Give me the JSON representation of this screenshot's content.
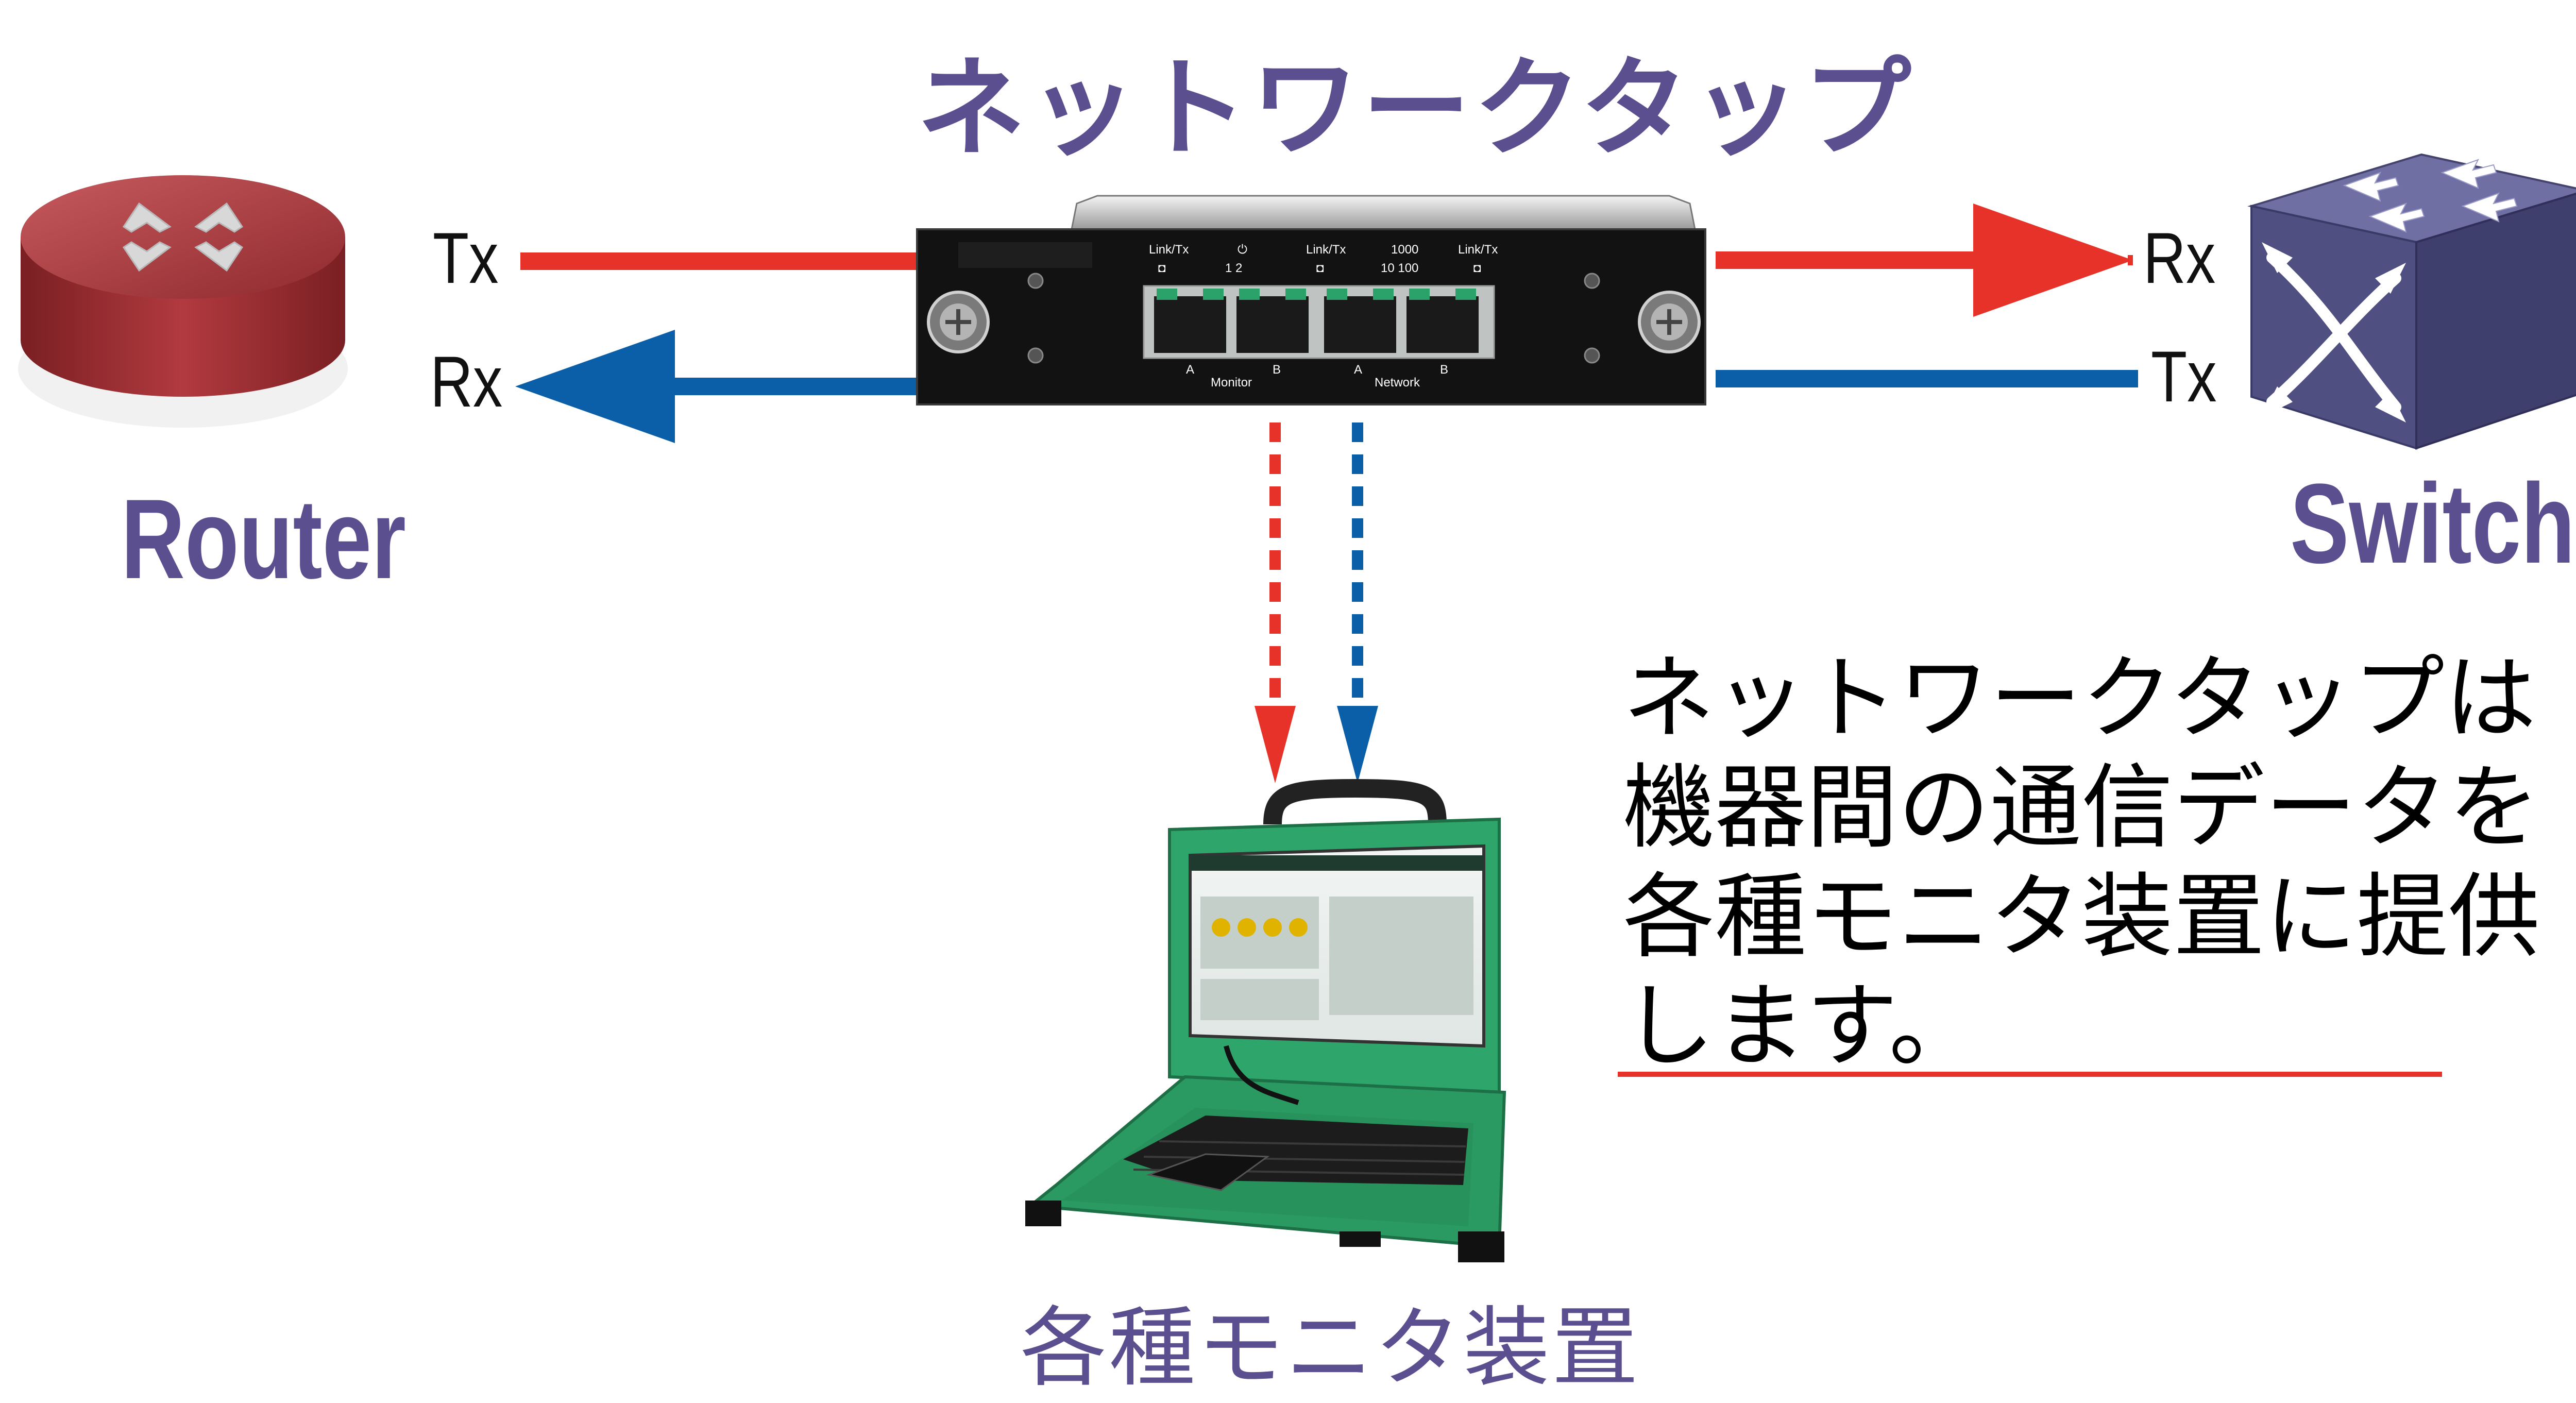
{
  "diagram": {
    "title": "ネットワークタップ",
    "router_label": "Router",
    "switch_label": "Switch",
    "router_tx": "Tx",
    "router_rx": "Rx",
    "switch_rx": "Rx",
    "switch_tx": "Tx",
    "description_lines": [
      "ネットワークタップは",
      "機器間の通信データを",
      "各種モニタ装置に提供",
      "します。"
    ],
    "monitor_label": "各種モニタ装置",
    "tap_panel": {
      "link_tx_1": "Link/Tx",
      "power_ports": "1  2",
      "link_tx_2": "Link/Tx",
      "speed_top": "1000",
      "speed_bottom": "10  100",
      "link_tx_3": "Link/Tx",
      "port_a_1": "A",
      "port_b_1": "B",
      "port_a_2": "A",
      "port_b_2": "B",
      "monitor_group": "Monitor",
      "network_group": "Network"
    },
    "colors": {
      "red": "#e63228",
      "blue": "#0a5fa8",
      "purple_text": "#5b4f8f",
      "router_body": "#b2383d",
      "switch_body": "#5a5a8c",
      "laptop_green": "#2ea56a"
    }
  }
}
